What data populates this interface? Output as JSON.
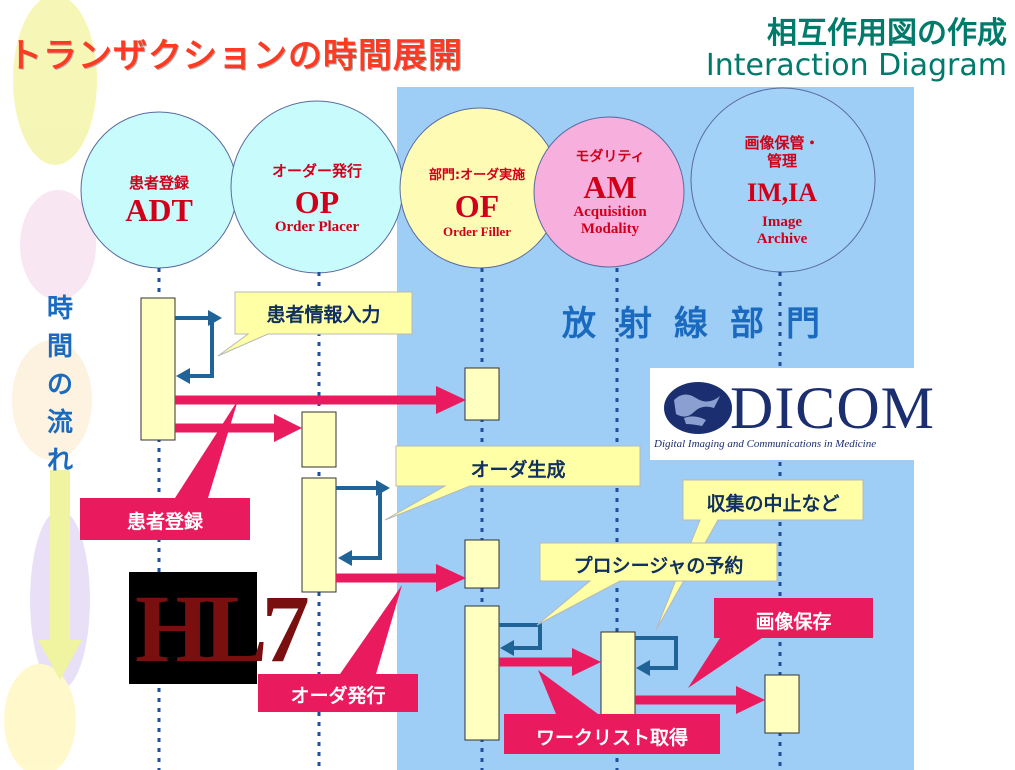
{
  "colors": {
    "callout_yellow": "#ffffa5",
    "callout_pink": "#ea1a5e",
    "arrow_pink": "#ea1a5e",
    "arrow_blue": "#1f6397",
    "panel_blue": "#9ecdf6",
    "actor_text": "#d0001b",
    "title_red": "#ff3a22",
    "corner_teal": "#007a6a"
  },
  "header": {
    "title": "トランザクションの時間展開",
    "corner_jp": "相互作用図の作成",
    "corner_en": "Interaction Diagram"
  },
  "actors": [
    {
      "id": "adt",
      "jp": "患者登録",
      "abbr": "ADT",
      "en": ""
    },
    {
      "id": "op",
      "jp": "オーダー発行",
      "abbr": "OP",
      "en": "Order Placer"
    },
    {
      "id": "of",
      "jp": "部門:オーダ実施",
      "abbr": "OF",
      "en": "Order Filler"
    },
    {
      "id": "am",
      "jp": "モダリティ",
      "abbr": "AM",
      "en": "Acquisition Modality"
    },
    {
      "id": "im",
      "jp": "画像保管・管理",
      "abbr": "IM,IA",
      "en": "Image Archive"
    }
  ],
  "department_label": "放射線部門",
  "time_label": "時間の流れ",
  "callouts": {
    "patient_info": "患者情報入力",
    "order_gen": "オーダ生成",
    "cancel": "収集の中止など",
    "schedule": "プロシージャの予約",
    "patient_reg": "患者登録",
    "order_issue": "オーダ発行",
    "store": "画像保存",
    "worklist": "ワークリスト取得"
  },
  "logos": {
    "dicom": "DICOM",
    "dicom_sub": "Digital Imaging and Communications in Medicine",
    "hl7": "HL7"
  },
  "icons": {
    "self_loop": "loop-arrow-icon",
    "message": "arrow-right-icon"
  }
}
